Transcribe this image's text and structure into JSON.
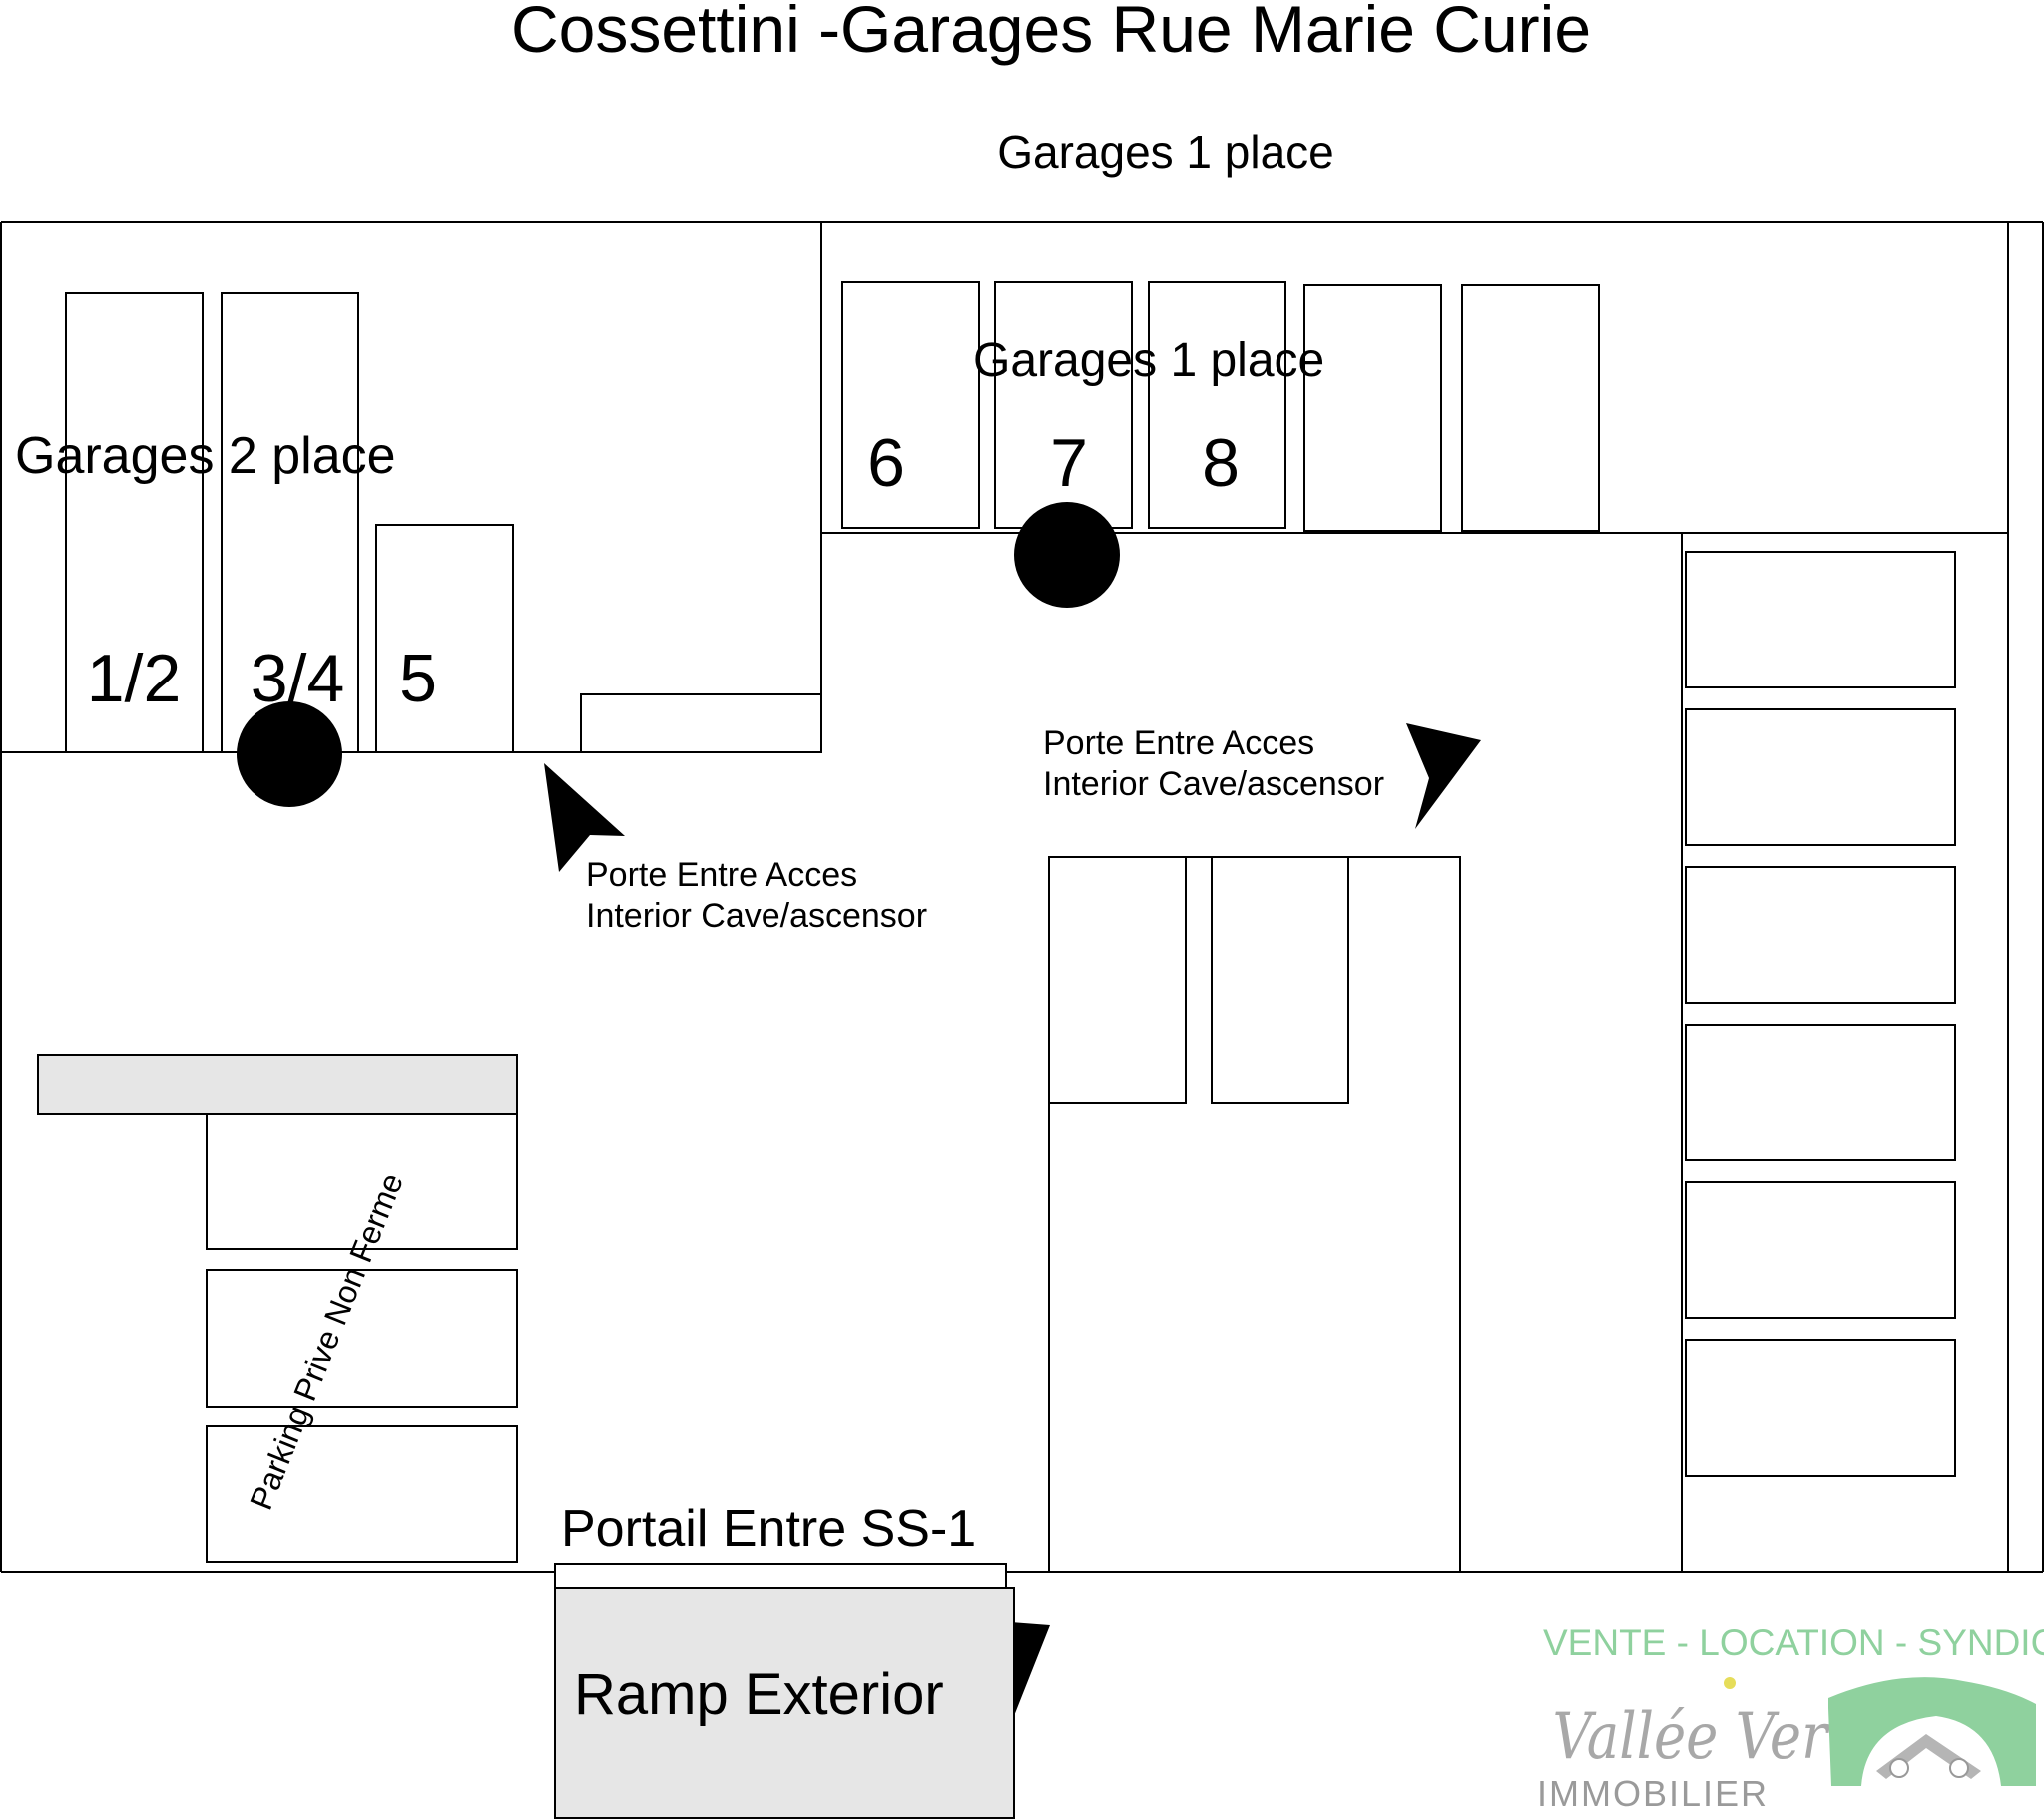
{
  "title": "Cossettini -Garages Rue Marie Curie",
  "garages_1_place_top_label": "Garages 1 place",
  "garages_1_place_inner_label": "Garages 1 place",
  "garages_2_place_label": "Garages 2 place",
  "spots": {
    "s12": "1/2",
    "s34": "3/4",
    "s5": "5",
    "s6": "6",
    "s7": "7",
    "s8": "8"
  },
  "door_left": {
    "line1": "Porte Entre Acces",
    "line2": "Interior Cave/ascensor"
  },
  "door_right": {
    "line1": "Porte Entre Acces",
    "line2": "Interior Cave/ascensor"
  },
  "parking_label": "Parking Prive Non Ferme",
  "portail_label": "Portail Entre SS-1",
  "ramp_label": "Ramp Exterior",
  "brand": {
    "tagline": "VENTE - LOCATION - SYNDIC",
    "name": "Vallée Verte",
    "sub": "IMMOBILIER",
    "color_green": "#8fd19e",
    "color_gray": "#9a9a9a"
  },
  "colors": {
    "line": "#000000",
    "ramp_fill": "#e6e6e6"
  }
}
